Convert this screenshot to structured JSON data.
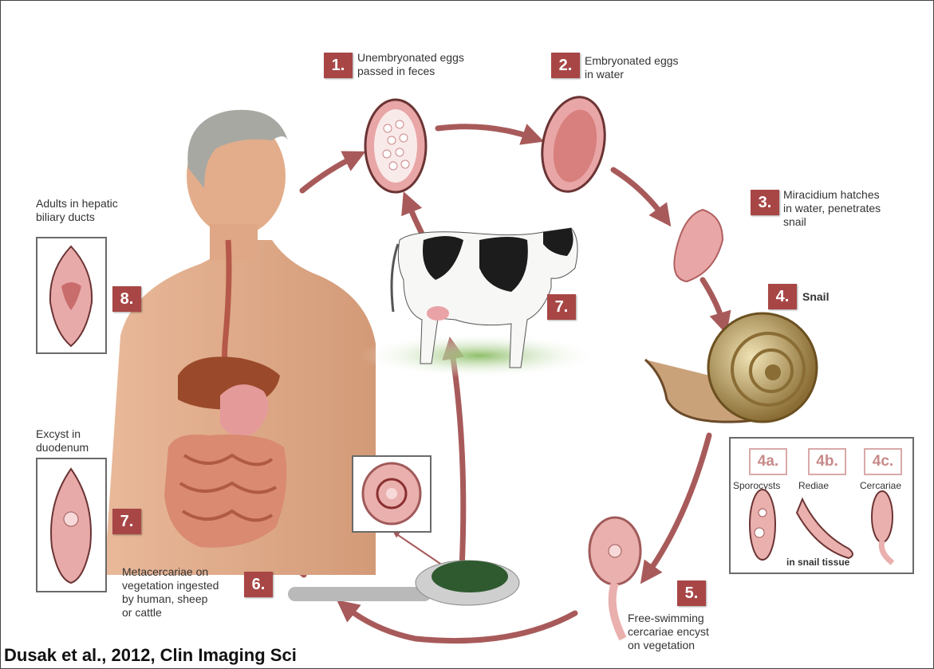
{
  "steps": [
    {
      "num": "1.",
      "text1": "Unembryonated eggs",
      "text2": "passed in feces"
    },
    {
      "num": "2.",
      "text1": "Embryonated eggs",
      "text2": "in water"
    },
    {
      "num": "3.",
      "text1": "Miracidium hatches",
      "text2": "in water, penetrates",
      "text3": "snail"
    },
    {
      "num": "4.",
      "text1": "Snail"
    },
    {
      "num": "5.",
      "text1": "Free-swimming",
      "text2": "cercariae encyst",
      "text3": "on vegetation"
    },
    {
      "num": "6.",
      "text1": "Metacercariae on",
      "text2": "vegetation ingested",
      "text3": "by human, sheep",
      "text4": "or cattle"
    },
    {
      "num": "7.",
      "text1": "Excyst in",
      "text2": "duodenum"
    },
    {
      "num": "8.",
      "text1": "Adults in hepatic",
      "text2": "biliary ducts"
    }
  ],
  "cow_badge": "7.",
  "snail_stages": {
    "a": {
      "num": "4a.",
      "text": "Sporocysts"
    },
    "b": {
      "num": "4b.",
      "text": "Rediae"
    },
    "c": {
      "num": "4c.",
      "text": "Cercariae"
    },
    "caption": "in snail tissue"
  },
  "citation": "Dusak et al., 2012, Clin Imaging Sci",
  "colors": {
    "arrow": "#a85a5a",
    "badge": "#a84646",
    "parasite": "#e8a9a9"
  }
}
